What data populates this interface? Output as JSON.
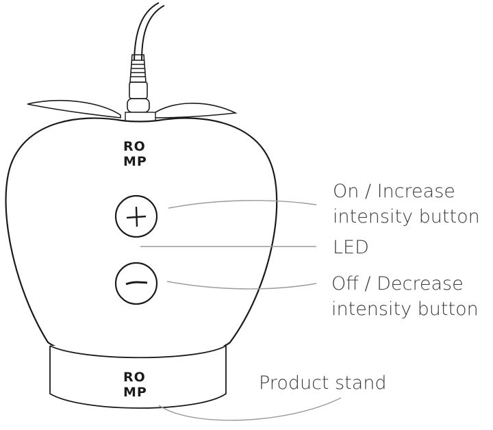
{
  "device": {
    "logo_line1": "RO",
    "logo_line2": "MP",
    "stand_logo_line1": "RO",
    "stand_logo_line2": "MP"
  },
  "callouts": {
    "increase_line1": "On / Increase",
    "increase_line2": "intensity button",
    "led": "LED",
    "decrease_line1": "Off / Decrease",
    "decrease_line2": "intensity button",
    "stand": "Product stand"
  },
  "colors": {
    "outline": "#1a1a1a",
    "leader": "#9a9a9a",
    "text": "#3a3a3a"
  }
}
